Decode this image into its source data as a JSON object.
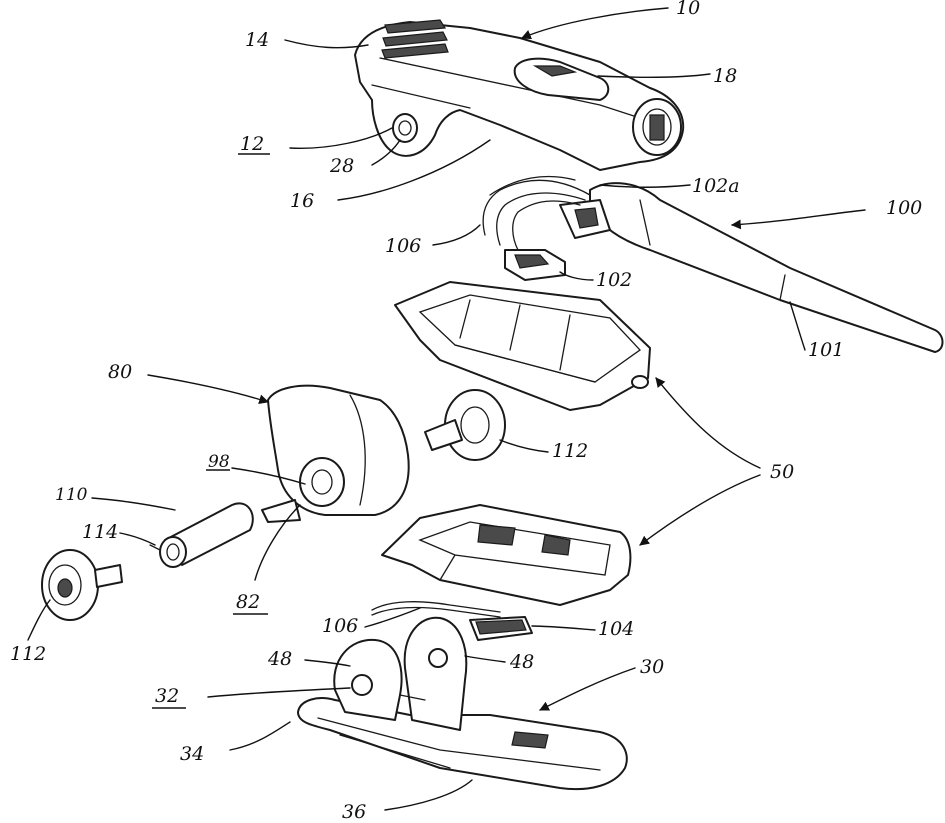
{
  "figure": {
    "labels": {
      "l10": "10",
      "l14": "14",
      "l18": "18",
      "l12": "12",
      "l28": "28",
      "l16": "16",
      "l102a": "102a",
      "l100": "100",
      "l106a": "106",
      "l102": "102",
      "l101": "101",
      "l80": "80",
      "l98": "98",
      "l112a": "112",
      "l50": "50",
      "l110": "110",
      "l114": "114",
      "l82": "82",
      "l112b": "112",
      "l106b": "106",
      "l104": "104",
      "l48a": "48",
      "l48b": "48",
      "l30": "30",
      "l32": "32",
      "l34": "34",
      "l36": "36"
    }
  }
}
